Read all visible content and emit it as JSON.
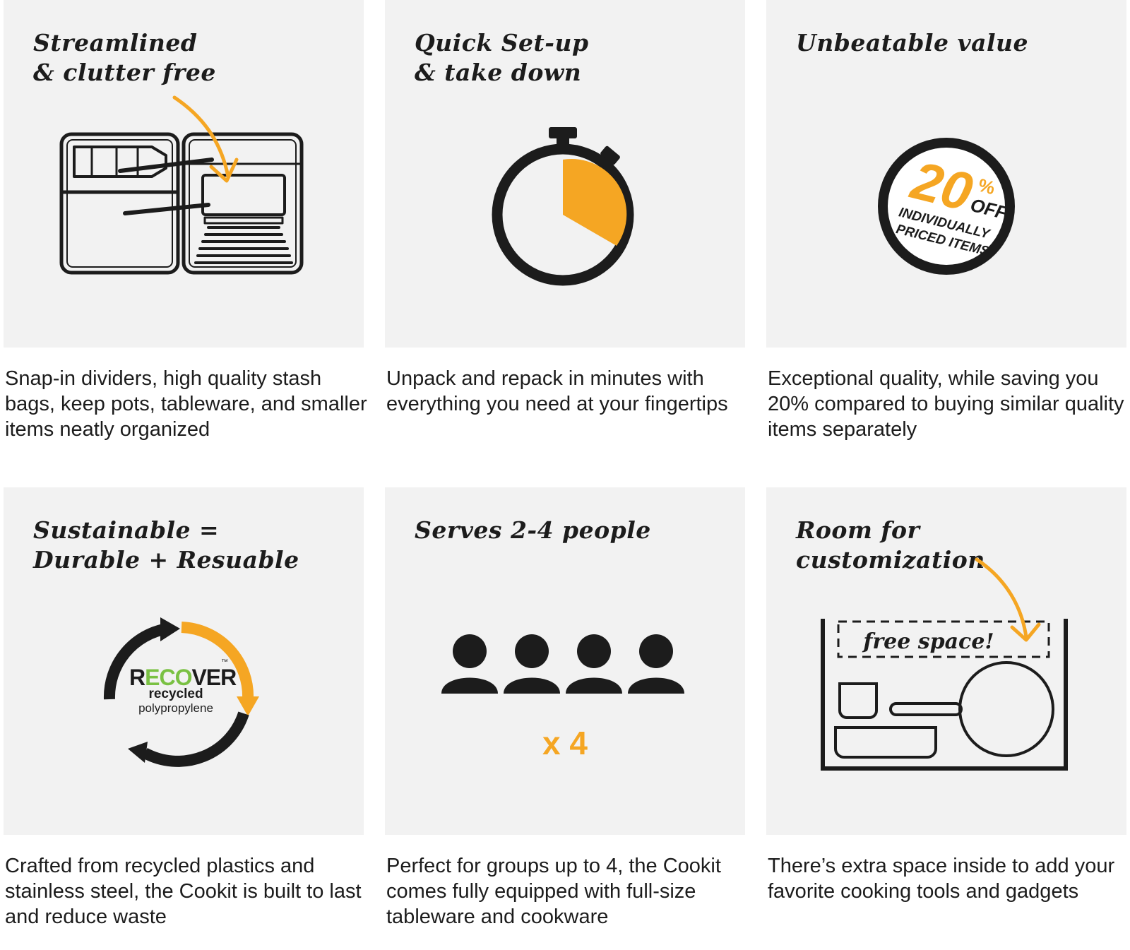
{
  "colors": {
    "accent": "#f5a623",
    "ink": "#1c1c1c",
    "panel": "#f2f2f2",
    "green": "#7ac143"
  },
  "cards": [
    {
      "title_lines": [
        "Streamlined",
        "& clutter free"
      ],
      "description": "Snap-in dividers, high quality stash bags, keep pots, tableware, and smaller items neatly organized",
      "icon": "organized-case-icon"
    },
    {
      "title_lines": [
        "Quick Set-up",
        "& take down"
      ],
      "description": "Unpack and repack in minutes with everything you need at your fingertips",
      "icon": "stopwatch-icon"
    },
    {
      "title_lines": [
        "Unbeatable value"
      ],
      "description": "Exceptional quality, while saving you 20% compared to buying similar quality items separately",
      "icon": "discount-badge-icon",
      "badge": {
        "number": "20",
        "percent": "%",
        "off": "OFF",
        "line1": "INDIVIDUALLY",
        "line2": "PRICED ITEMS"
      }
    },
    {
      "title_lines": [
        "Sustainable =",
        "Durable + Resuable"
      ],
      "description": "Crafted from recycled plastics and stainless steel, the Cookit is built to last and reduce waste",
      "icon": "recycle-arrows-icon",
      "logo": {
        "brand_a": "R",
        "brand_b": "ECO",
        "brand_c": "VER",
        "tm": "™",
        "line1": "recycled",
        "line2": "polypropylene"
      }
    },
    {
      "title_lines": [
        "Serves 2-4 people"
      ],
      "description": "Perfect for groups up to 4, the Cookit comes fully equipped with full-size tableware and cookware",
      "icon": "people-icon",
      "count_label": "x 4"
    },
    {
      "title_lines": [
        "Room for",
        "customization"
      ],
      "description": "There’s extra space inside to add your favorite cooking tools and gadgets",
      "icon": "open-box-icon",
      "space_label": "free space!"
    }
  ]
}
